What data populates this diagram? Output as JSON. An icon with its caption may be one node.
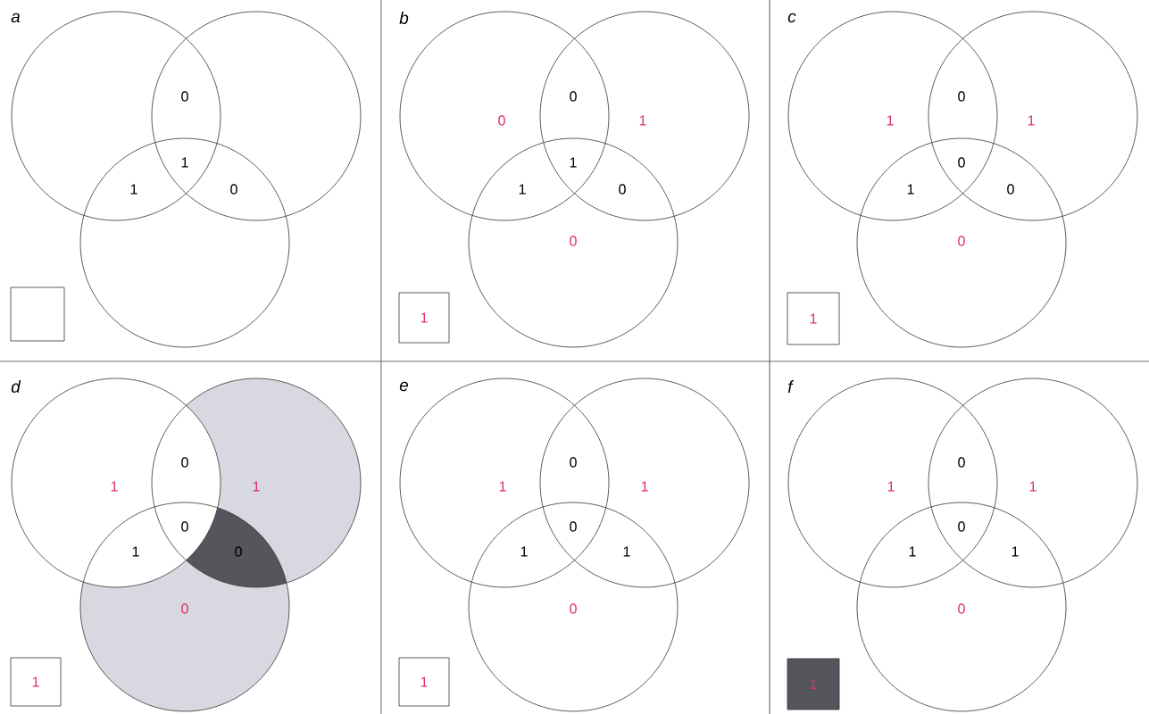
{
  "diagram": {
    "nodes": [
      {
        "text": [],
        "shape": "box"
      },
      {
        "text": [
          "1"
        ]
      },
      {
        "text": [
          "1"
        ]
      },
      {
        "text": [
          "1"
        ]
      },
      {
        "text": [
          "1"
        ]
      },
      {
        "text": [
          "1"
        ]
      }
    ],
    "labels": [
      "a",
      "0",
      "1",
      "1",
      "0",
      "b",
      "0",
      "0",
      "1",
      "1",
      "1",
      "0",
      "0",
      "c",
      "0",
      "1",
      "1",
      "0",
      "1",
      "0",
      "0",
      "d",
      "0",
      "1",
      "1",
      "0",
      "1",
      "0",
      "0",
      "e",
      "0",
      "1",
      "1",
      "0",
      "1",
      "1",
      "0",
      "f",
      "0",
      "1",
      "1",
      "0",
      "1",
      "1",
      "0"
    ]
  }
}
